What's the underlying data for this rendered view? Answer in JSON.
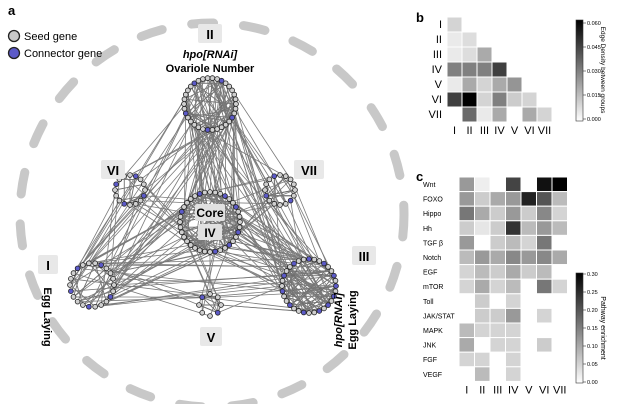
{
  "panels": {
    "a": {
      "label": "a",
      "legend": [
        {
          "label": "Seed gene",
          "color": "#c8c8c8"
        },
        {
          "label": "Connector gene",
          "color": "#5c5ac8"
        }
      ],
      "modules": [
        "I",
        "II",
        "III",
        "IV",
        "V",
        "VI",
        "VII"
      ],
      "core_label": "Core",
      "annotations": {
        "II_italic": "hpo[RNAi]",
        "II_main": "Ovariole Number",
        "I_text": "Egg Laying",
        "III_italic": "hpo[RNAi]",
        "III_main": "Egg Laying"
      }
    },
    "b": {
      "label": "b",
      "colorbar_title": "Edge Density between groups",
      "colorbar_ticks": [
        "0.060",
        "0.045",
        "0.030",
        "0.015",
        "0.000"
      ]
    },
    "c": {
      "label": "c",
      "colorbar_title": "Pathway enrichment",
      "colorbar_ticks": [
        "0.30",
        "0.25",
        "0.20",
        "0.15",
        "0.10",
        "0.05",
        "0.00"
      ]
    }
  },
  "chart_data": [
    {
      "type": "heatmap",
      "panel": "b",
      "rows": [
        "I",
        "II",
        "III",
        "IV",
        "V",
        "VI",
        "VII"
      ],
      "columns": [
        "I",
        "II",
        "III",
        "IV",
        "V",
        "VI",
        "VII"
      ],
      "value_range": [
        0,
        0.06
      ],
      "values": [
        [
          0.01
        ],
        [
          0.005,
          0.008
        ],
        [
          0.005,
          0.008,
          0.02
        ],
        [
          0.03,
          0.03,
          0.03,
          0.045
        ],
        [
          0.005,
          0.02,
          0.01,
          0.02,
          0.025
        ],
        [
          0.045,
          0.062,
          0.01,
          0.03,
          0.012,
          0.01
        ],
        [
          0.0,
          0.035,
          0.005,
          0.02,
          0.0,
          0.02,
          0.01
        ]
      ]
    },
    {
      "type": "heatmap",
      "panel": "c",
      "rows": [
        "Wnt",
        "FOXO",
        "Hippo",
        "Hh",
        "TGF β",
        "Notch",
        "EGF",
        "mTOR",
        "Toll",
        "JAK/STAT",
        "MAPK",
        "JNK",
        "FGF",
        "VEGF"
      ],
      "columns": [
        "I",
        "II",
        "III",
        "IV",
        "V",
        "VI",
        "VII"
      ],
      "value_range": [
        0,
        0.3
      ],
      "values": [
        [
          0.12,
          0.02,
          0.0,
          0.22,
          0.0,
          0.28,
          0.3
        ],
        [
          0.12,
          0.06,
          0.1,
          0.12,
          0.26,
          0.2,
          0.08
        ],
        [
          0.16,
          0.1,
          0.06,
          0.12,
          0.06,
          0.14,
          0.05
        ],
        [
          0.06,
          0.03,
          0.06,
          0.24,
          0.08,
          0.12,
          0.08
        ],
        [
          0.12,
          0.0,
          0.06,
          0.08,
          0.05,
          0.16,
          0.0
        ],
        [
          0.08,
          0.12,
          0.1,
          0.14,
          0.12,
          0.14,
          0.1
        ],
        [
          0.05,
          0.08,
          0.06,
          0.1,
          0.06,
          0.08,
          0.0
        ],
        [
          0.05,
          0.1,
          0.05,
          0.08,
          0.0,
          0.16,
          0.05
        ],
        [
          0.0,
          0.06,
          0.0,
          0.05,
          0.0,
          0.0,
          0.0
        ],
        [
          0.0,
          0.06,
          0.06,
          0.12,
          0.0,
          0.05,
          0.0
        ],
        [
          0.08,
          0.05,
          0.05,
          0.05,
          0.0,
          0.0,
          0.0
        ],
        [
          0.1,
          0.0,
          0.05,
          0.05,
          0.0,
          0.06,
          0.0
        ],
        [
          0.05,
          0.05,
          0.0,
          0.05,
          0.0,
          0.0,
          0.0
        ],
        [
          0.0,
          0.08,
          0.0,
          0.05,
          0.0,
          0.0,
          0.0
        ]
      ]
    }
  ]
}
